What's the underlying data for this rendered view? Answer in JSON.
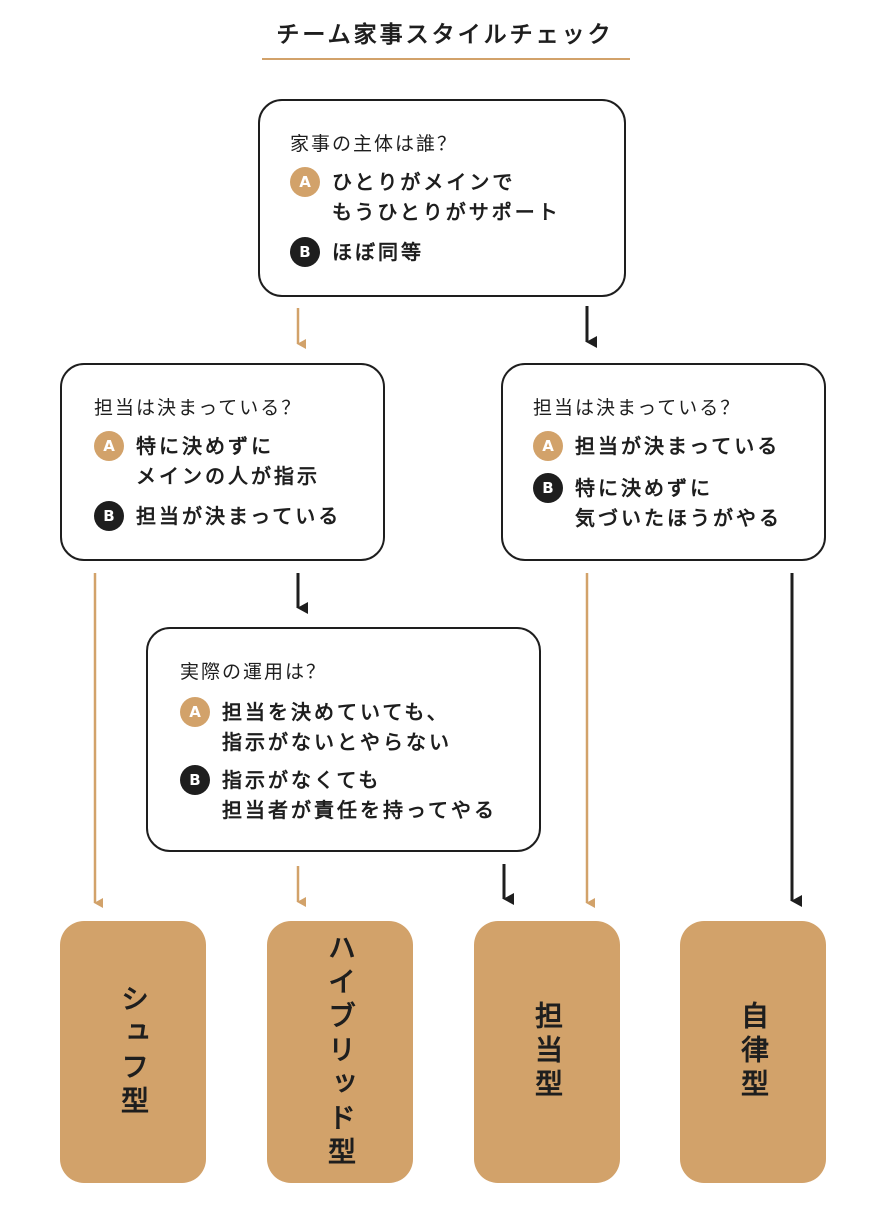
{
  "title": "チーム家事スタイルチェック",
  "colors": {
    "accent": "#d2a26a",
    "dark": "#1e1e1e"
  },
  "questions": [
    {
      "question": "家事の主体は誰？",
      "option_a": {
        "badge": "A",
        "text": "ひとりがメインで\nもうひとりがサポート"
      },
      "option_b": {
        "badge": "B",
        "text": "ほぼ同等"
      }
    },
    {
      "question": "担当は決まっている？",
      "option_a": {
        "badge": "A",
        "text": "特に決めずに\nメインの人が指示"
      },
      "option_b": {
        "badge": "B",
        "text": "担当が決まっている"
      }
    },
    {
      "question": "担当は決まっている？",
      "option_a": {
        "badge": "A",
        "text": "担当が決まっている"
      },
      "option_b": {
        "badge": "B",
        "text": "特に決めずに\n気づいたほうがやる"
      }
    },
    {
      "question": "実際の運用は？",
      "option_a": {
        "badge": "A",
        "text": "担当を決めていても、\n指示がないとやらない"
      },
      "option_b": {
        "badge": "B",
        "text": "指示がなくても\n担当者が責任を持ってやる"
      }
    }
  ],
  "results": [
    "シュフ型",
    "ハイブリッド型",
    "担当型",
    "自律型"
  ]
}
